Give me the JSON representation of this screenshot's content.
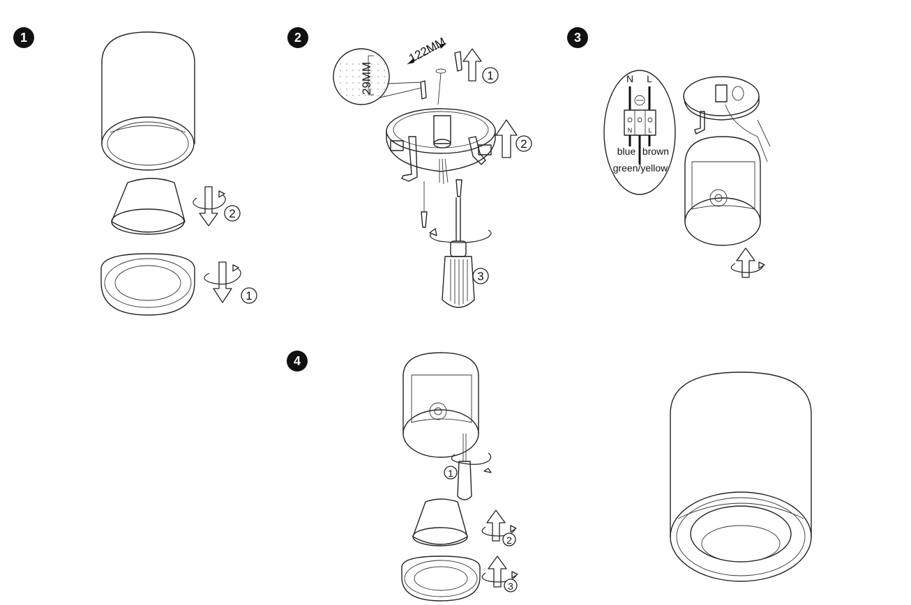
{
  "steps": [
    {
      "badge": "1",
      "callouts": [
        "2",
        "1"
      ]
    },
    {
      "badge": "2",
      "callouts": [
        "1",
        "2",
        "3"
      ],
      "dimensions": [
        "122MM",
        "29MM"
      ]
    },
    {
      "badge": "3",
      "terminals": [
        "N",
        "L"
      ],
      "terminal_marks": [
        "N",
        "L"
      ],
      "wires": [
        "blue",
        "brown",
        "green/yellow"
      ]
    },
    {
      "badge": "4",
      "callouts": [
        "1",
        "2",
        "3"
      ]
    }
  ],
  "colors": {
    "line": "#222222",
    "badge": "#111111",
    "background": "#ffffff"
  }
}
